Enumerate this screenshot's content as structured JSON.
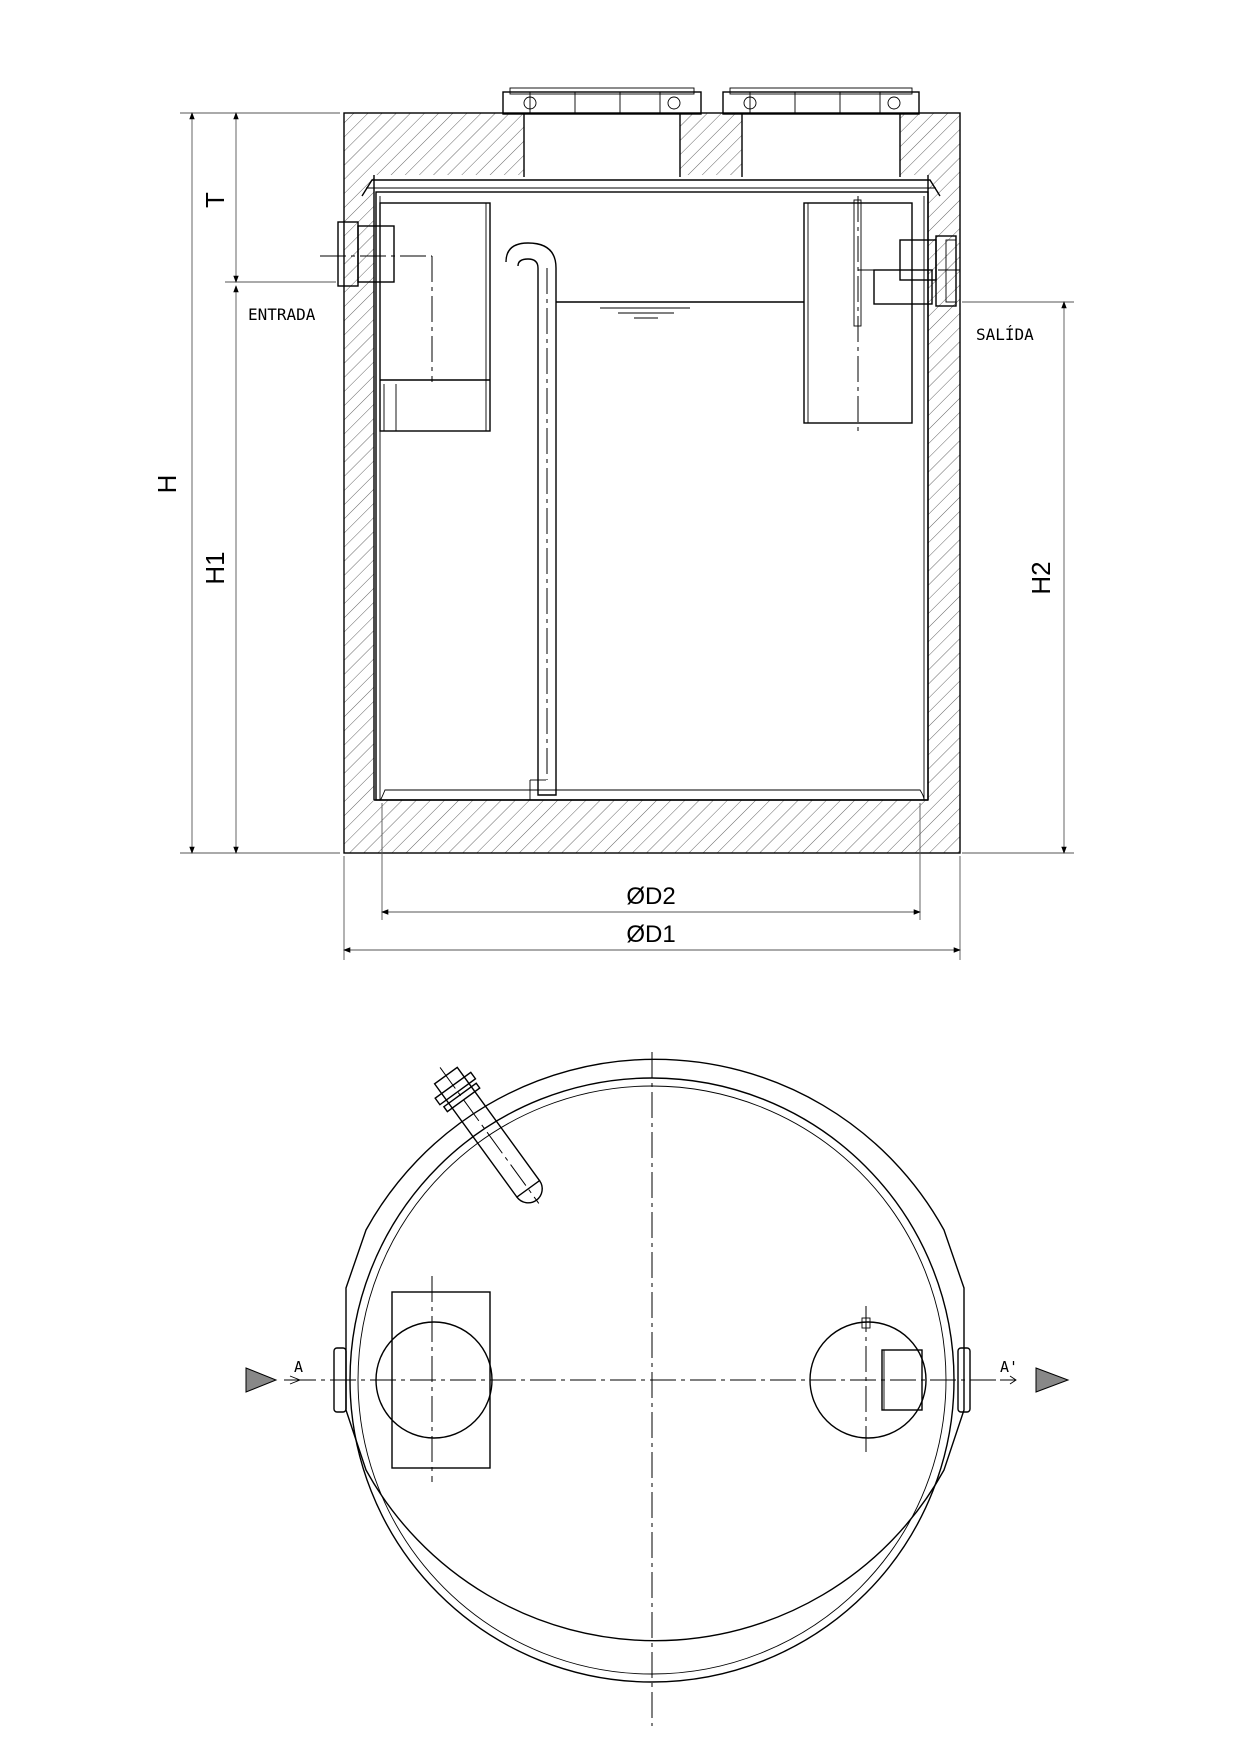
{
  "section_view": {
    "labels": {
      "inlet": "ENTRADA",
      "outlet": "SALÍDA",
      "height_total": "H",
      "height_cover": "T",
      "height_inlet": "H1",
      "height_outlet": "H2",
      "diameter_inner": "ØD2",
      "diameter_outer": "ØD1"
    }
  },
  "plan_view": {
    "section_marks": {
      "left": "A",
      "right": "A'"
    }
  },
  "colors": {
    "line": "#000000",
    "hatch": "#555555",
    "arrow_fill": "#888888",
    "background": "#ffffff"
  }
}
